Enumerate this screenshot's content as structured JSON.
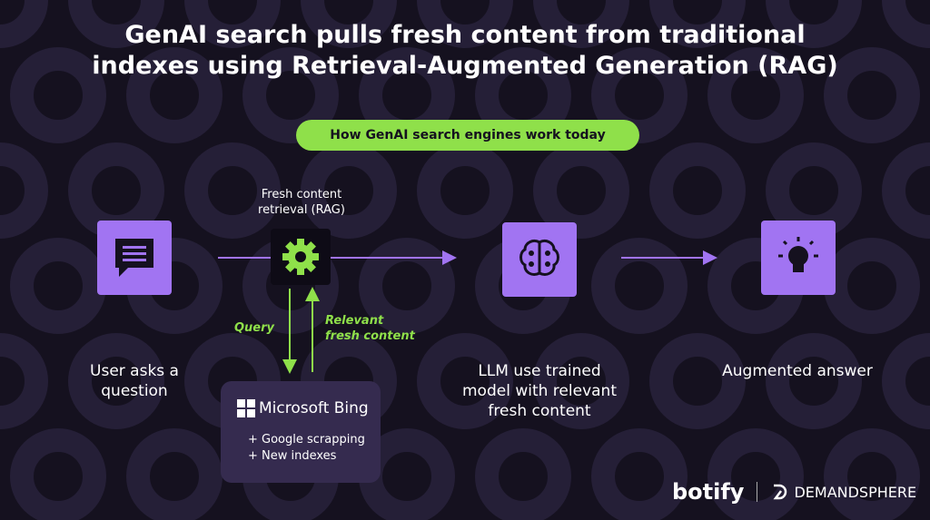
{
  "title_line1": "GenAI search pulls fresh content from traditional",
  "title_line2": "indexes using Retrieval-Augmented Generation (RAG)",
  "pill": "How GenAI search engines work today",
  "rag_label_1": "Fresh content",
  "rag_label_2": "retrieval (RAG)",
  "query": "Query",
  "relevant_1": "Relevant",
  "relevant_2": "fresh content",
  "steps": [
    {
      "line1": "User asks a",
      "line2": "question"
    },
    {
      "line1": "LLM use trained",
      "line2": "model with relevant",
      "line3": "fresh content"
    },
    {
      "line1": "Augmented answer"
    }
  ],
  "bing": {
    "name": "Microsoft Bing",
    "items": [
      "+ Google scrapping",
      "+ New indexes"
    ]
  },
  "logos": {
    "botify": "botify",
    "demandsphere": "DEMANDSPHERE"
  },
  "colors": {
    "accent_green": "#8fe04a",
    "accent_purple": "#a174f2",
    "background": "#15111f"
  }
}
